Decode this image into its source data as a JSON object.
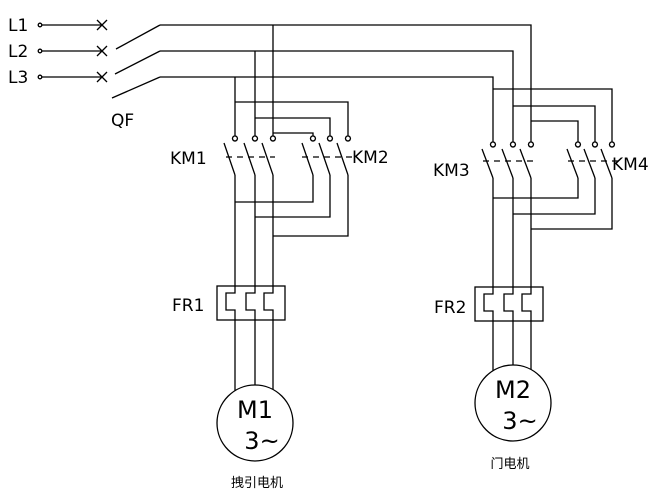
{
  "lines": {
    "l1": "L1",
    "l2": "L2",
    "l3": "L3"
  },
  "breaker": "QF",
  "contactors": {
    "km1": "KM1",
    "km2": "KM2",
    "km3": "KM3",
    "km4": "KM4"
  },
  "relays": {
    "fr1": "FR1",
    "fr2": "FR2"
  },
  "motors": {
    "m1": {
      "name": "M1",
      "phase": "3~",
      "caption": "拽引电机"
    },
    "m2": {
      "name": "M2",
      "phase": "3~",
      "caption": "门电机"
    }
  }
}
